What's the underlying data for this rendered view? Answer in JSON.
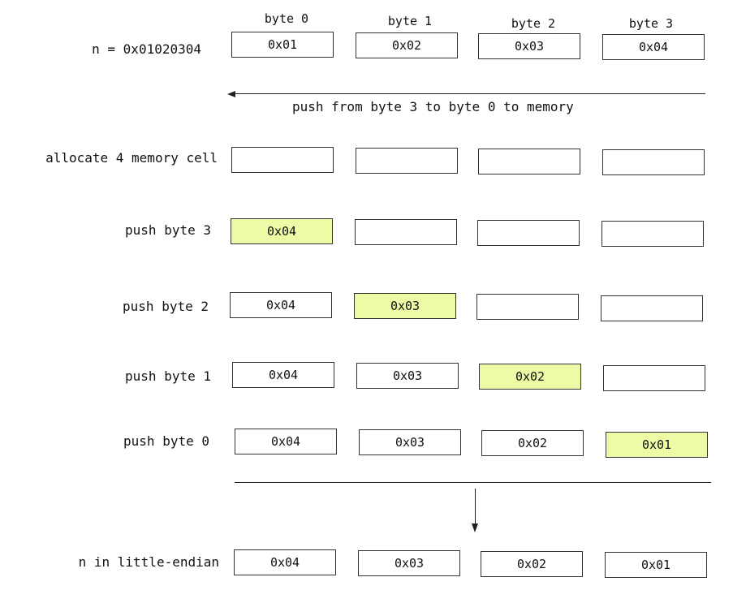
{
  "headers": [
    "byte 0",
    "byte 1",
    "byte 2",
    "byte 3"
  ],
  "arrow_caption": "push from byte 3 to byte 0 to memory",
  "rows": [
    {
      "label": "n = 0x01020304",
      "cells": [
        "0x01",
        "0x02",
        "0x03",
        "0x04"
      ],
      "highlight": null
    },
    {
      "label": "allocate 4 memory cell",
      "cells": [
        "",
        "",
        "",
        ""
      ],
      "highlight": null
    },
    {
      "label": "push byte 3",
      "cells": [
        "0x04",
        "",
        "",
        ""
      ],
      "highlight": 0
    },
    {
      "label": "push byte 2",
      "cells": [
        "0x04",
        "0x03",
        "",
        ""
      ],
      "highlight": 1
    },
    {
      "label": "push byte 1",
      "cells": [
        "0x04",
        "0x03",
        "0x02",
        ""
      ],
      "highlight": 2
    },
    {
      "label": "push byte 0",
      "cells": [
        "0x04",
        "0x03",
        "0x02",
        "0x01"
      ],
      "highlight": 3
    },
    {
      "label": "n in little-endian",
      "cells": [
        "0x04",
        "0x03",
        "0x02",
        "0x01"
      ],
      "highlight": null
    }
  ],
  "colors": {
    "highlight_fill": "#eefaa6",
    "cell_border": "#333333",
    "text": "#111111"
  }
}
